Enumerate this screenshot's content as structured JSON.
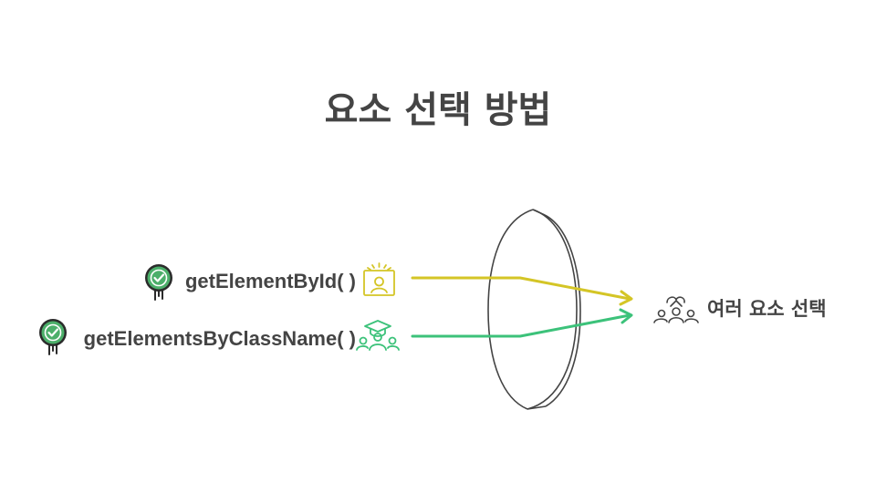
{
  "title": "요소 선택 방법",
  "methods": [
    {
      "label": "getElementById( )",
      "color": "#d4c526",
      "icon": "id-badge-icon"
    },
    {
      "label": "getElementsByClassName( )",
      "color": "#3cc27a",
      "icon": "group-graduate-icon"
    }
  ],
  "result": {
    "label": "여러 요소 선택",
    "icon": "crowd-selection-icon"
  },
  "badge": {
    "icon": "check-badge-icon",
    "fill": "#4caf6a",
    "stroke": "#2b2b2b"
  },
  "lens": {
    "icon": "lens-icon",
    "stroke": "#444444"
  }
}
